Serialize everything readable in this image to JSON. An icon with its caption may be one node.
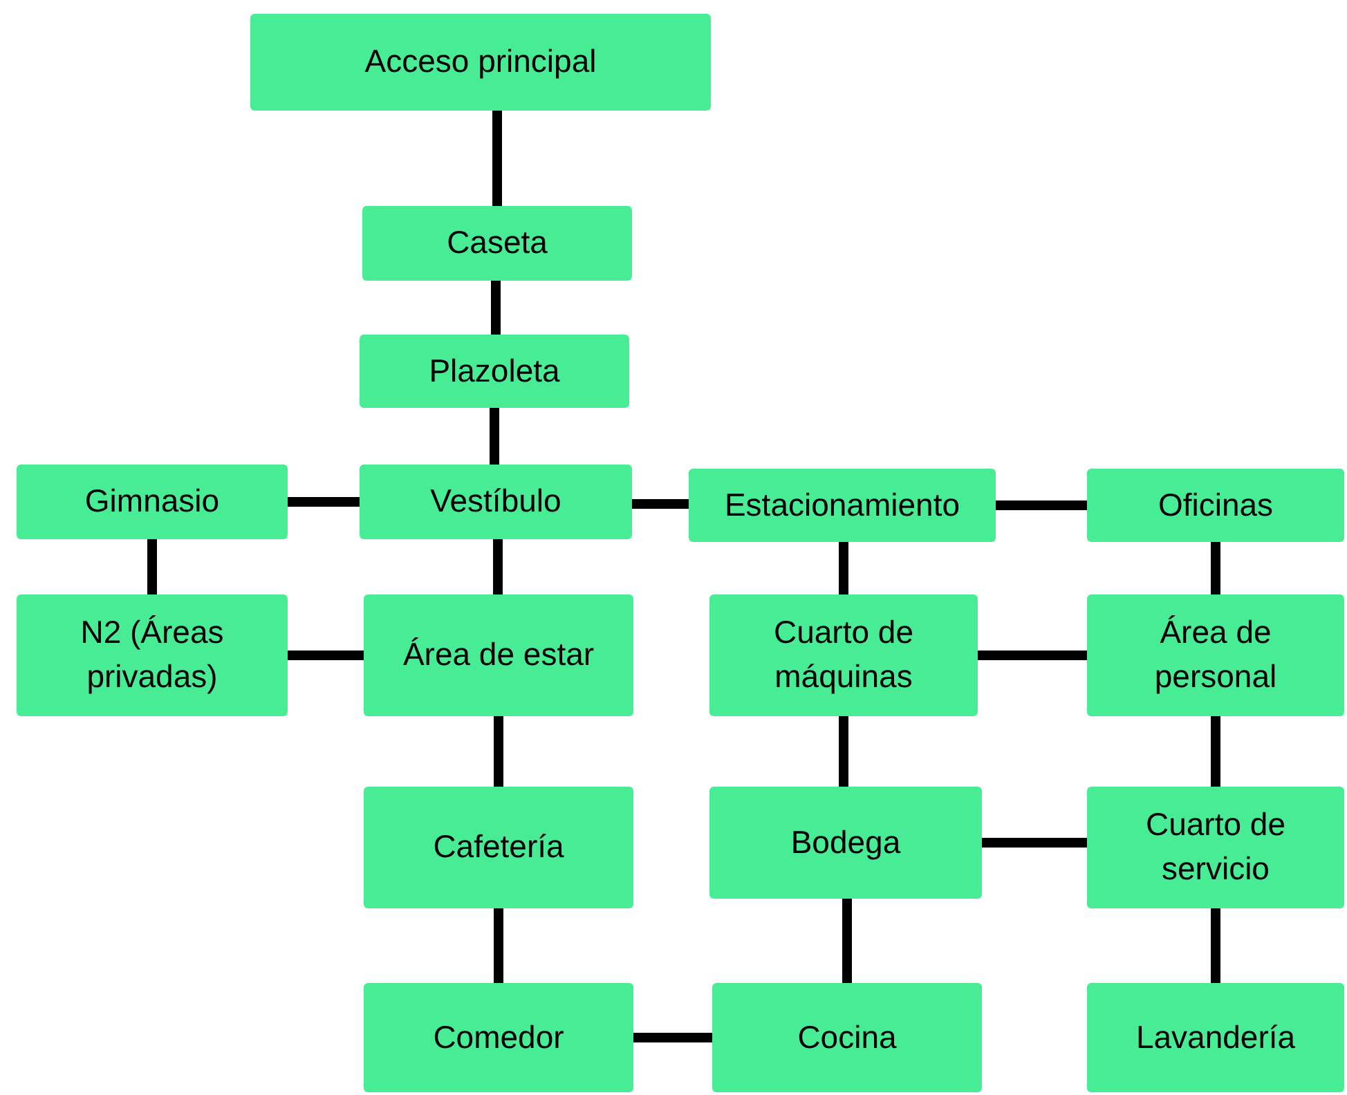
{
  "diagram": {
    "nodes": [
      {
        "text": [
          "Acceso principal"
        ]
      },
      {
        "text": [
          "Caseta"
        ]
      },
      {
        "text": [
          "Plazoleta"
        ]
      },
      {
        "text": [
          "Gimnasio"
        ]
      },
      {
        "text": [
          "Vestíbulo"
        ]
      },
      {
        "text": [
          "Estacionamiento"
        ]
      },
      {
        "text": [
          "Oficinas"
        ]
      },
      {
        "text": [
          "N2 (Áreas privadas)"
        ]
      },
      {
        "text": [
          "Área de estar"
        ]
      },
      {
        "text": [
          "Cuarto de máquinas"
        ]
      },
      {
        "text": [
          "Área de personal"
        ]
      },
      {
        "text": [
          "Cafetería"
        ]
      },
      {
        "text": [
          "Bodega"
        ]
      },
      {
        "text": [
          "Cuarto de servicio"
        ]
      },
      {
        "text": [
          "Comedor"
        ]
      },
      {
        "text": [
          "Cocina"
        ]
      },
      {
        "text": [
          "Lavandería"
        ]
      }
    ],
    "edges": [
      {
        "from": 0,
        "to": 1,
        "arrow": "none"
      },
      {
        "from": 1,
        "to": 2,
        "arrow": "none"
      },
      {
        "from": 2,
        "to": 4,
        "arrow": "none"
      },
      {
        "from": 3,
        "to": 4,
        "arrow": "none"
      },
      {
        "from": 4,
        "to": 5,
        "arrow": "none"
      },
      {
        "from": 5,
        "to": 6,
        "arrow": "none"
      },
      {
        "from": 3,
        "to": 7,
        "arrow": "none"
      },
      {
        "from": 7,
        "to": 8,
        "arrow": "none"
      },
      {
        "from": 4,
        "to": 8,
        "arrow": "none"
      },
      {
        "from": 5,
        "to": 9,
        "arrow": "none"
      },
      {
        "from": 6,
        "to": 10,
        "arrow": "none"
      },
      {
        "from": 9,
        "to": 10,
        "arrow": "none"
      },
      {
        "from": 8,
        "to": 11,
        "arrow": "none"
      },
      {
        "from": 9,
        "to": 12,
        "arrow": "none"
      },
      {
        "from": 10,
        "to": 13,
        "arrow": "none"
      },
      {
        "from": 12,
        "to": 13,
        "arrow": "none"
      },
      {
        "from": 11,
        "to": 14,
        "arrow": "none"
      },
      {
        "from": 12,
        "to": 15,
        "arrow": "none"
      },
      {
        "from": 13,
        "to": 16,
        "arrow": "none"
      },
      {
        "from": 14,
        "to": 15,
        "arrow": "none"
      }
    ]
  }
}
